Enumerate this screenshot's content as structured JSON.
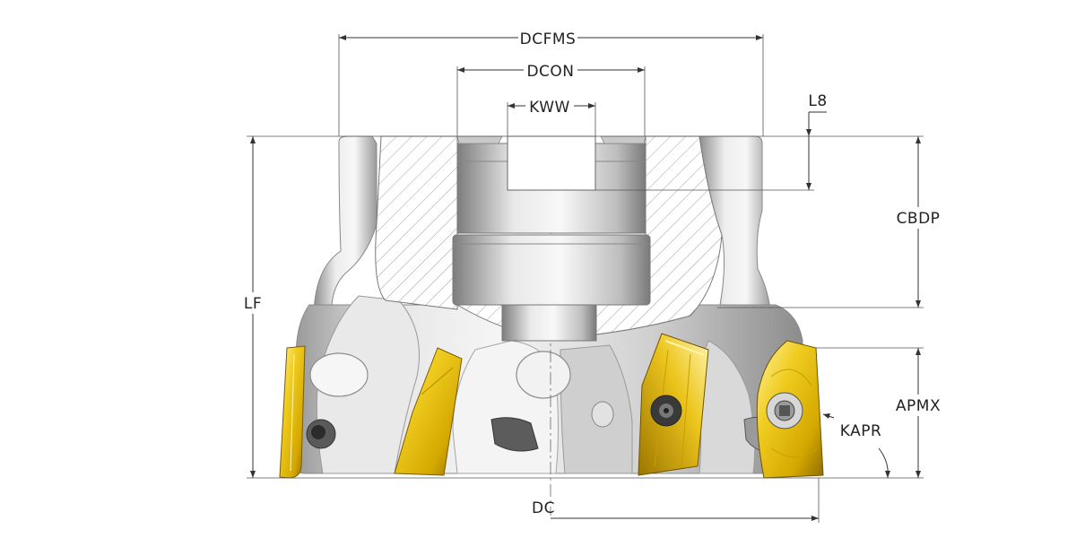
{
  "diagram": {
    "dimension_labels": {
      "dcfms": "DCFMS",
      "dcon": "DCON",
      "kww": "KWW",
      "l8": "L8",
      "cbdp": "CBDP",
      "lf": "LF",
      "apmx": "APMX",
      "kapr": "KAPR",
      "dc": "DC"
    }
  },
  "colors": {
    "body_light": "#f2f2f2",
    "body_mid": "#c8c8c8",
    "body_dark": "#8f8f8f",
    "insert_gold": "#e8c21a",
    "insert_dark": "#b08a00",
    "section_fill": "#ffffff",
    "hatch": "#9a9a9a",
    "dimension": "#333333"
  }
}
